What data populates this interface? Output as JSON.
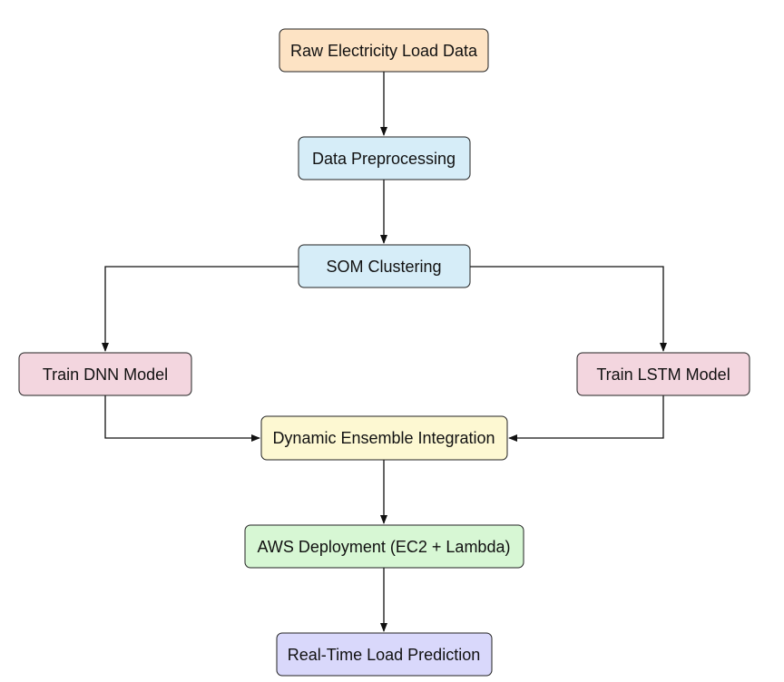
{
  "diagram": {
    "type": "flowchart",
    "nodes": [
      {
        "id": "raw",
        "label": "Raw Electricity Load Data",
        "color": "#fde3c4"
      },
      {
        "id": "prep",
        "label": "Data Preprocessing",
        "color": "#d6edf8"
      },
      {
        "id": "som",
        "label": "SOM Clustering",
        "color": "#d6edf8"
      },
      {
        "id": "dnn",
        "label": "Train DNN Model",
        "color": "#f3d6df"
      },
      {
        "id": "lstm",
        "label": "Train LSTM Model",
        "color": "#f3d6df"
      },
      {
        "id": "ensemble",
        "label": "Dynamic Ensemble Integration",
        "color": "#fdf8d2"
      },
      {
        "id": "aws",
        "label": "AWS Deployment (EC2 + Lambda)",
        "color": "#d7f7d4"
      },
      {
        "id": "pred",
        "label": "Real-Time Load Prediction",
        "color": "#d9d8fb"
      }
    ],
    "edges": [
      {
        "from": "raw",
        "to": "prep"
      },
      {
        "from": "prep",
        "to": "som"
      },
      {
        "from": "som",
        "to": "dnn"
      },
      {
        "from": "som",
        "to": "lstm"
      },
      {
        "from": "dnn",
        "to": "ensemble"
      },
      {
        "from": "lstm",
        "to": "ensemble"
      },
      {
        "from": "ensemble",
        "to": "aws"
      },
      {
        "from": "aws",
        "to": "pred"
      }
    ]
  }
}
